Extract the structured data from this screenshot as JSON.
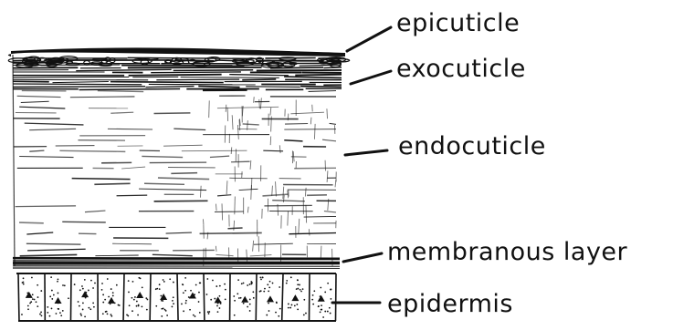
{
  "labels": {
    "epicuticle": "epicuticle",
    "exocuticle": "exocuticle",
    "endocuticle": "endocuticle",
    "membranous_layer": "membranous layer",
    "epidermis": "epidermis"
  },
  "colors": {
    "ink": "#111111",
    "background": "#ffffff"
  }
}
